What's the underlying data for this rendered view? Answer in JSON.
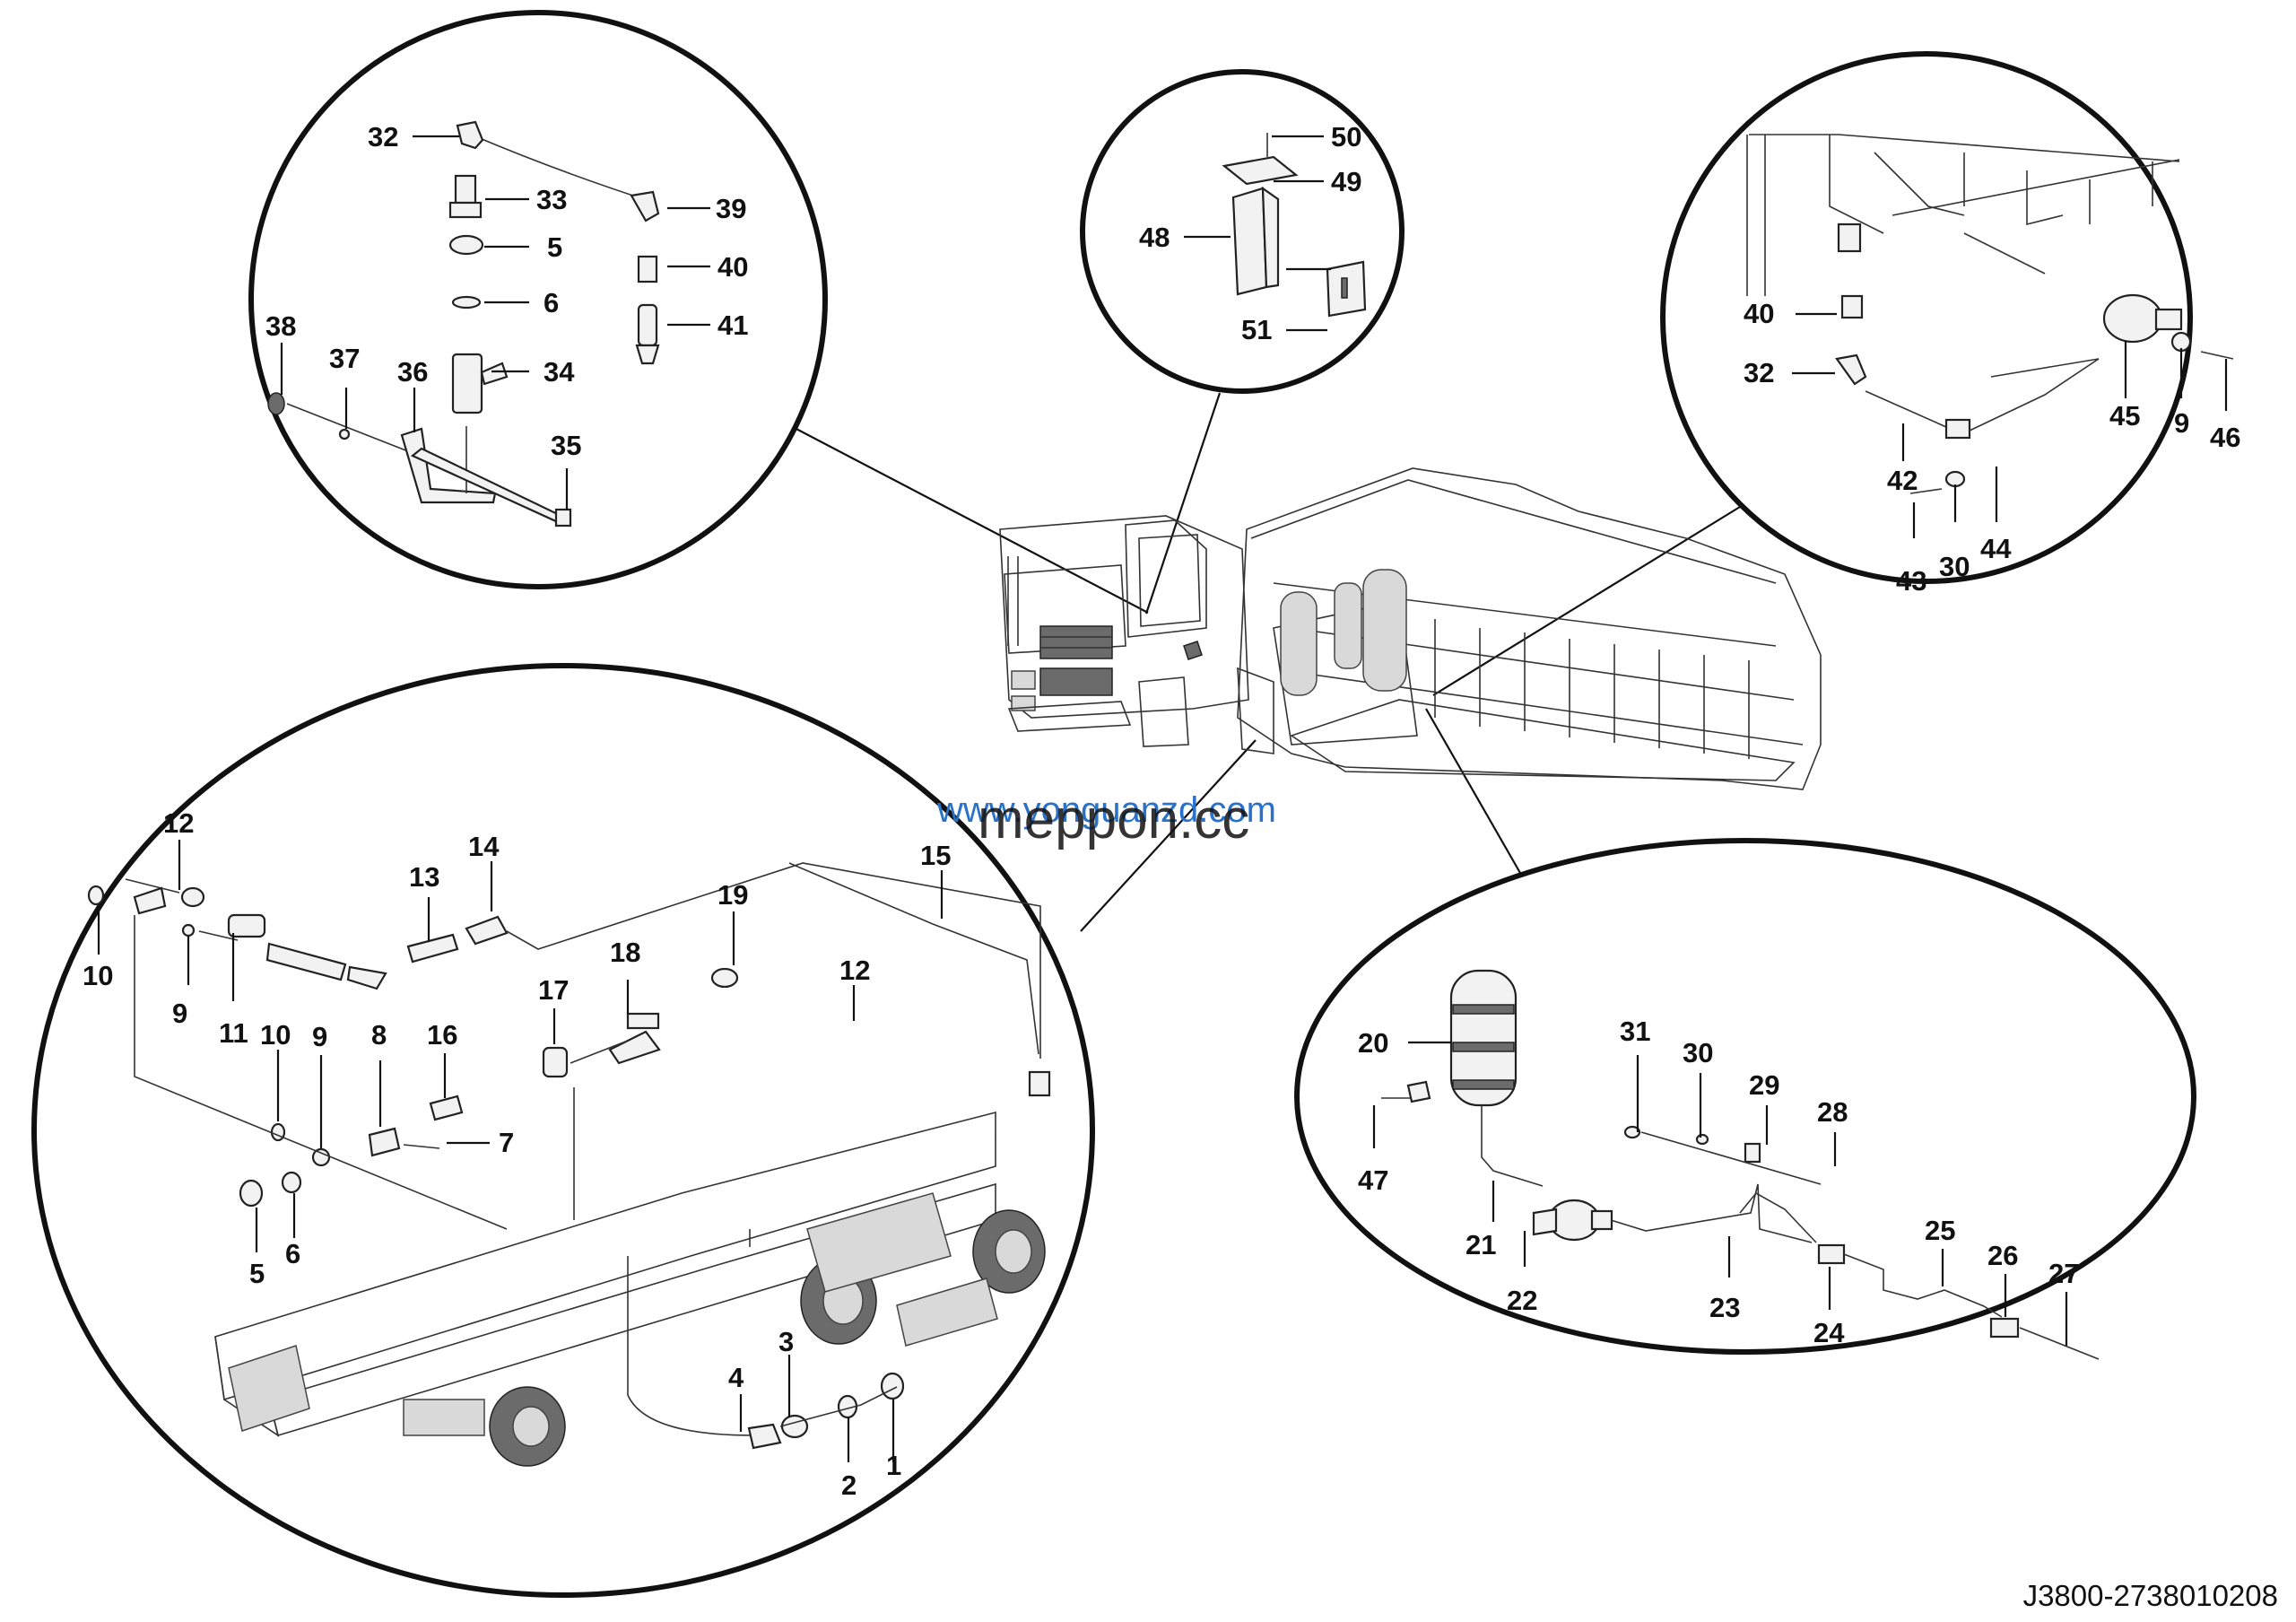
{
  "drawing_code": "J3800-2738010208",
  "watermarks": {
    "primary": "www.yonguanzd.com",
    "secondary": "meppon.cc"
  },
  "callouts": {
    "top_left": [
      "32",
      "33",
      "39",
      "5",
      "40",
      "6",
      "41",
      "38",
      "37",
      "36",
      "34",
      "35"
    ],
    "top_center": [
      "50",
      "49",
      "48",
      "51"
    ],
    "top_right": [
      "40",
      "32",
      "45",
      "9",
      "46",
      "42",
      "43",
      "30",
      "44"
    ],
    "bottom_left": [
      "12",
      "14",
      "13",
      "15",
      "10",
      "9",
      "11",
      "19",
      "12",
      "10",
      "9",
      "18",
      "17",
      "8",
      "16",
      "7",
      "5",
      "6",
      "3",
      "4",
      "2",
      "1"
    ],
    "bottom_right": [
      "20",
      "31",
      "30",
      "29",
      "28",
      "47",
      "21",
      "22",
      "23",
      "24",
      "25",
      "26",
      "27"
    ]
  }
}
